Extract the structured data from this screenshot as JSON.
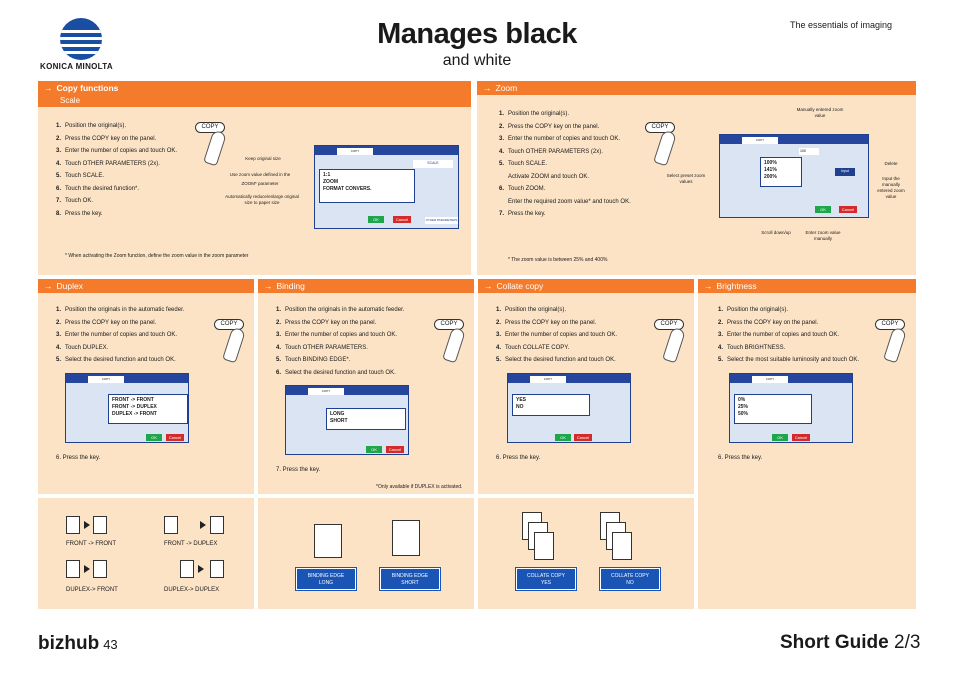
{
  "header": {
    "brand": "KONICA MINOLTA",
    "title": "Manages black",
    "subtitle": "and white",
    "tagline": "The essentials of imaging"
  },
  "copy_functions": {
    "title": "Copy functions",
    "subtitle": "Scale",
    "steps": [
      [
        "1.",
        "Position the original(s)."
      ],
      [
        "2.",
        "Press the COPY key on the panel."
      ],
      [
        "3.",
        "Enter the number of copies and touch OK."
      ],
      [
        "4.",
        "Touch OTHER PARAMETERS (2x)."
      ],
      [
        "5.",
        "Touch SCALE."
      ],
      [
        "6.",
        "Touch the desired function*."
      ],
      [
        "7.",
        "Touch OK."
      ],
      [
        "8.",
        "Press the key."
      ]
    ],
    "labels": {
      "keep": "Keep original size",
      "zoom_def": "Use zoom value defined in the",
      "zoom_param": "ZOOM* parameter",
      "auto": "Automatically reduce/enlarge original size to paper size"
    },
    "screen": {
      "tab": "COPY",
      "scale": "SCALE",
      "list": "1:1\nZOOM\nFORMAT CONVERS.",
      "ok": "OK",
      "cancel": "Cancel",
      "other": "OTHER PARAMETERS"
    },
    "note": "* When activating the Zoom function, define the zoom value in the zoom parameter"
  },
  "zoom": {
    "title": "Zoom",
    "steps": [
      [
        "1.",
        "Position the original(s)."
      ],
      [
        "2.",
        "Press the COPY key on the panel."
      ],
      [
        "3.",
        "Enter the number of copies and touch OK."
      ],
      [
        "4.",
        "Touch OTHER PARAMETERS (2x)."
      ],
      [
        "5.",
        "Touch SCALE."
      ],
      [
        "",
        "Activate ZOOM and touch OK."
      ],
      [
        "6.",
        "Touch ZOOM."
      ],
      [
        "",
        "Enter the required zoom value* and touch OK."
      ],
      [
        "7.",
        "Press the key."
      ]
    ],
    "labels": {
      "manual": "Manually entered zoom value",
      "preset": "Select preset zoom values",
      "delete": "Delete",
      "input": "Input the manually entered zoom value",
      "scroll": "Scroll down/up",
      "enter": "Enter zoom value manually"
    },
    "screen": {
      "tab": "COPY",
      "list": "100%\n141%\n200%",
      "value": "100",
      "input": "Input",
      "ok": "OK",
      "cancel": "Cancel"
    },
    "note": "* The zoom value is between 25% and 400%"
  },
  "duplex": {
    "title": "Duplex",
    "steps": [
      [
        "1.",
        "Position the originals in the automatic feeder."
      ],
      [
        "2.",
        "Press the COPY key on the panel."
      ],
      [
        "3.",
        "Enter the number of copies and touch OK."
      ],
      [
        "4.",
        "Touch DUPLEX."
      ],
      [
        "5.",
        "Select the desired function and touch OK."
      ]
    ],
    "step6": "6. Press the key.",
    "screen": {
      "tab": "COPY",
      "list": "FRONT -> FRONT\nFRONT -> DUPLEX\nDUPLEX -> FRONT",
      "ok": "OK",
      "cancel": "Cancel"
    },
    "modes": [
      "FRONT -> FRONT",
      "FRONT -> DUPLEX",
      "DUPLEX-> FRONT",
      "DUPLEX-> DUPLEX"
    ]
  },
  "binding": {
    "title": "Binding",
    "steps": [
      [
        "1.",
        "Position the originals in the automatic feeder."
      ],
      [
        "2.",
        "Press the COPY key on the panel."
      ],
      [
        "3.",
        "Enter the number of copies and touch OK."
      ],
      [
        "4.",
        "Touch OTHER PARAMETERS."
      ],
      [
        "5.",
        "Touch BINDING EDGE*."
      ],
      [
        "6.",
        "Select the desired function and touch OK."
      ]
    ],
    "step7": "7. Press the key.",
    "screen": {
      "tab": "COPY",
      "list": "LONG\nSHORT",
      "ok": "OK",
      "cancel": "Cancel"
    },
    "note": "*Only available if DUPLEX is activated.",
    "boxes": [
      "BINDING EDGE\nLONG",
      "BINDING EDGE\nSHORT"
    ]
  },
  "collate": {
    "title": "Collate copy",
    "steps": [
      [
        "1.",
        "Position the original(s)."
      ],
      [
        "2.",
        "Press the COPY key on the panel."
      ],
      [
        "3.",
        "Enter the number of copies and touch OK."
      ],
      [
        "4.",
        "Touch COLLATE COPY."
      ],
      [
        "5.",
        "Select the desired function and touch OK."
      ]
    ],
    "step6": "6. Press the key.",
    "screen": {
      "tab": "COPY",
      "list": "YES\nNO",
      "ok": "OK",
      "cancel": "Cancel"
    },
    "boxes": [
      "COLLATE COPY\nYES",
      "COLLATE COPY\nNO"
    ]
  },
  "brightness": {
    "title": "Brightness",
    "steps": [
      [
        "1.",
        "Position the original(s)."
      ],
      [
        "2.",
        "Press the COPY key on the panel."
      ],
      [
        "3.",
        "Enter the number of copies and touch OK."
      ],
      [
        "4.",
        "Touch BRIGHTNESS."
      ],
      [
        "5.",
        "Select the most suitable luminosity and touch OK."
      ]
    ],
    "step6": "6. Press the key.",
    "screen": {
      "tab": "COPY",
      "list": "0%\n25%\n50%",
      "ok": "OK",
      "cancel": "Cancel"
    }
  },
  "copy_key": "COPY",
  "footer": {
    "model": "bizhub",
    "model_num": "43",
    "guide": "Short Guide",
    "page": "2/3"
  }
}
